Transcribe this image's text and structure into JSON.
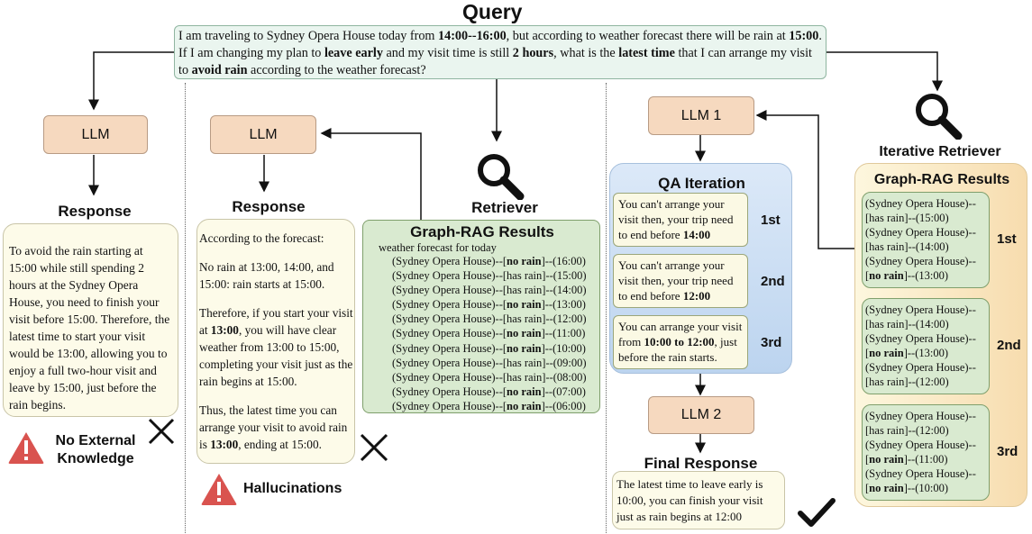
{
  "query": {
    "title": "Query",
    "segments": [
      {
        "t": "I am traveling to Sydney Opera House today from ",
        "b": false
      },
      {
        "t": "14:00--16:00",
        "b": true
      },
      {
        "t": ", but according to weather forecast there will be rain at ",
        "b": false
      },
      {
        "t": "15:00",
        "b": true
      },
      {
        "t": ". If I am changing my plan to ",
        "b": false
      },
      {
        "t": "leave early",
        "b": true
      },
      {
        "t": " and my visit time is still ",
        "b": false
      },
      {
        "t": "2 hours",
        "b": true
      },
      {
        "t": ", what is the ",
        "b": false
      },
      {
        "t": "latest time",
        "b": true
      },
      {
        "t": " that I can arrange my visit to ",
        "b": false
      },
      {
        "t": "avoid rain",
        "b": true
      },
      {
        "t": " according to the weather forecast?",
        "b": false
      }
    ]
  },
  "col1": {
    "llm_label": "LLM",
    "response_heading": "Response",
    "response_text": "To avoid the rain starting at 15:00 while still spending 2 hours at the Sydney Opera House, you need to finish your visit before 15:00. Therefore, the latest time to start your visit would be 13:00, allowing you to enjoy a full two-hour visit and leave by 15:00, just before the rain begins.",
    "warning_label_1": "No External",
    "warning_label_2": "Knowledge"
  },
  "col2": {
    "llm_label": "LLM",
    "response_heading": "Response",
    "paragraphs": [
      [
        {
          "t": "According to the forecast:",
          "b": false
        }
      ],
      [
        {
          "t": "No rain at 13:00, 14:00, and 15:00: rain starts at 15:00.",
          "b": false
        }
      ],
      [
        {
          "t": "Therefore, if you start your visit at ",
          "b": false
        },
        {
          "t": "13:00",
          "b": true
        },
        {
          "t": ", you will have clear weather from 13:00 to 15:00, completing your visit just as the rain begins at 15:00.",
          "b": false
        }
      ],
      [
        {
          "t": "Thus, the latest time you can arrange your visit to avoid rain is ",
          "b": false
        },
        {
          "t": "13:00",
          "b": true
        },
        {
          "t": ", ending at 15:00.",
          "b": false
        }
      ]
    ],
    "warning_label": "Hallucinations",
    "retriever_label": "Retriever",
    "graph_title": "Graph-RAG Results",
    "graph_subtitle": "weather forecast for today",
    "graph_rows": [
      {
        "pre": "(Sydney Opera House)--[",
        "rel": "no rain",
        "b": true,
        "post": "]--(16:00)"
      },
      {
        "pre": "(Sydney Opera House)--[",
        "rel": "has rain",
        "b": false,
        "post": "]--(15:00)"
      },
      {
        "pre": "(Sydney Opera House)--[",
        "rel": "has rain",
        "b": false,
        "post": "]--(14:00)"
      },
      {
        "pre": "(Sydney Opera House)--[",
        "rel": "no rain",
        "b": true,
        "post": "]--(13:00)"
      },
      {
        "pre": "(Sydney Opera House)--[",
        "rel": "has rain",
        "b": false,
        "post": "]--(12:00)"
      },
      {
        "pre": "(Sydney Opera House)--[",
        "rel": "no rain",
        "b": true,
        "post": "]--(11:00)"
      },
      {
        "pre": "(Sydney Opera House)--[",
        "rel": "no rain",
        "b": true,
        "post": "]--(10:00)"
      },
      {
        "pre": "(Sydney Opera House)--[",
        "rel": "has rain",
        "b": false,
        "post": "]--(09:00)"
      },
      {
        "pre": "(Sydney Opera House)--[",
        "rel": "has rain",
        "b": false,
        "post": "]--(08:00)"
      },
      {
        "pre": "(Sydney Opera House)--[",
        "rel": "no rain",
        "b": true,
        "post": "]--(07:00)"
      },
      {
        "pre": "(Sydney Opera House)--[",
        "rel": "no rain",
        "b": true,
        "post": "]--(06:00)"
      }
    ]
  },
  "col3": {
    "llm1_label": "LLM 1",
    "llm2_label": "LLM 2",
    "qa_title": "QA Iteration",
    "qa_items": [
      {
        "segs": [
          {
            "t": "You can't arrange your visit then, your trip need to end before ",
            "b": false
          },
          {
            "t": "14:00",
            "b": true
          }
        ],
        "ord": "1st"
      },
      {
        "segs": [
          {
            "t": "You can't arrange your visit then, your trip need to end before ",
            "b": false
          },
          {
            "t": "12:00",
            "b": true
          }
        ],
        "ord": "2nd"
      },
      {
        "segs": [
          {
            "t": "You can arrange your visit from ",
            "b": false
          },
          {
            "t": "10:00 to 12:00",
            "b": true
          },
          {
            "t": ", just before the rain starts.",
            "b": false
          }
        ],
        "ord": "3rd"
      }
    ],
    "final_heading": "Final Response",
    "final_text": "The latest time to leave early is 10:00, you can finish your visit just as rain begins at 12:00"
  },
  "col4": {
    "retriever_label": "Iterative Retriever",
    "graph_title": "Graph-RAG Results",
    "groups": [
      {
        "ord": "1st",
        "rows": [
          {
            "pre": "(Sydney Opera House)--[",
            "rel": "has rain",
            "b": false,
            "post": "]--(15:00)"
          },
          {
            "pre": "(Sydney Opera House)--[",
            "rel": "has rain",
            "b": false,
            "post": "]--(14:00)"
          },
          {
            "pre": "(Sydney Opera House)--[",
            "rel": "no rain",
            "b": true,
            "post": "]--(13:00)"
          }
        ]
      },
      {
        "ord": "2nd",
        "rows": [
          {
            "pre": "(Sydney Opera House)--[",
            "rel": "has rain",
            "b": false,
            "post": "]--(14:00)"
          },
          {
            "pre": "(Sydney Opera House)--[",
            "rel": "no rain",
            "b": true,
            "post": "]--(13:00)"
          },
          {
            "pre": "(Sydney Opera House)--[",
            "rel": "has rain",
            "b": false,
            "post": "]--(12:00)"
          }
        ]
      },
      {
        "ord": "3rd",
        "rows": [
          {
            "pre": "(Sydney Opera House)--[",
            "rel": "has rain",
            "b": false,
            "post": "]--(12:00)"
          },
          {
            "pre": "(Sydney Opera House)--[",
            "rel": "no rain",
            "b": true,
            "post": "]--(11:00)"
          },
          {
            "pre": "(Sydney Opera House)--[",
            "rel": "no rain",
            "b": true,
            "post": "]--(10:00)"
          }
        ]
      }
    ]
  },
  "colors": {
    "llm_fill": "#f6d9bf",
    "green_fill": "#d9ead0",
    "cream_fill": "#fdfbe9",
    "qa_panel": "#c9ddf3",
    "warning_red": "#d9534f"
  },
  "icons": [
    "magnifier-icon",
    "warning-icon",
    "cross-icon",
    "check-icon"
  ]
}
